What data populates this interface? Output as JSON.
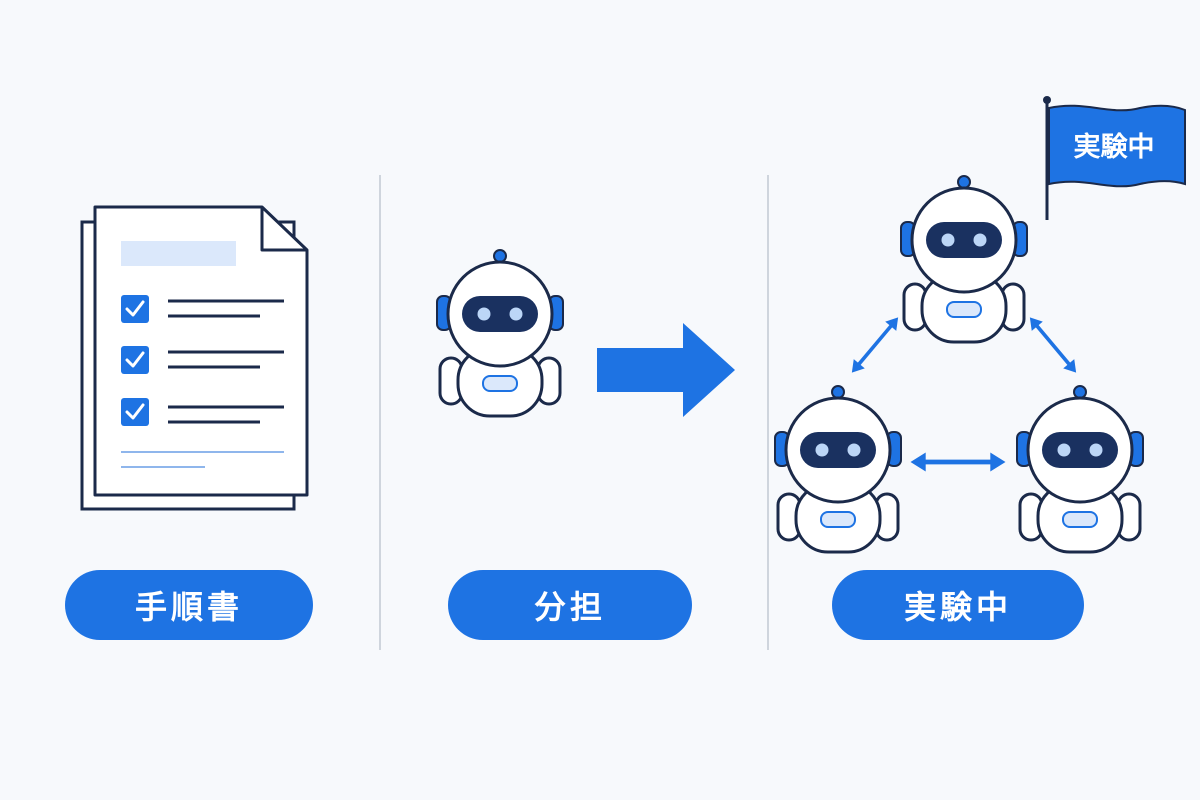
{
  "panels": [
    {
      "label": "手順書",
      "icon": "document-checklist-icon"
    },
    {
      "label": "分担",
      "icon": "robot-icon"
    },
    {
      "label": "実験中",
      "icon": "robot-team-icon"
    }
  ],
  "flag": {
    "label": "実験中",
    "icon": "flag-icon"
  },
  "colors": {
    "accent": "#1e73e3",
    "outline": "#1b2a4a",
    "visor": "#1a3160",
    "light_fill": "#dbe8fb",
    "divider": "#cfd5dd",
    "background": "#f7f9fc"
  }
}
